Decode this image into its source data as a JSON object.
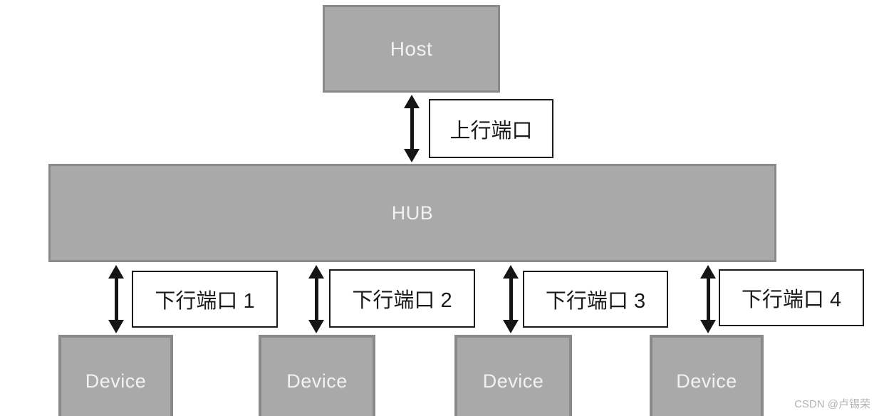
{
  "diagram": {
    "title_hint": "USB hub topology",
    "host": {
      "label": "Host"
    },
    "hub": {
      "label": "HUB"
    },
    "upstream_port": {
      "label": "上行端口"
    },
    "downstream_ports": [
      {
        "label": "下行端口 1"
      },
      {
        "label": "下行端口 2"
      },
      {
        "label": "下行端口 3"
      },
      {
        "label": "下行端口 4"
      }
    ],
    "devices": [
      {
        "label": "Device"
      },
      {
        "label": "Device"
      },
      {
        "label": "Device"
      },
      {
        "label": "Device"
      }
    ],
    "arrows": [
      {
        "name": "host-hub",
        "direction": "bidirectional"
      },
      {
        "name": "hub-device-1",
        "direction": "bidirectional"
      },
      {
        "name": "hub-device-2",
        "direction": "bidirectional"
      },
      {
        "name": "hub-device-3",
        "direction": "bidirectional"
      },
      {
        "name": "hub-device-4",
        "direction": "bidirectional"
      }
    ],
    "colors": {
      "node_fill": "#a9a9a9",
      "node_border": "#8a8a8a",
      "node_text": "#f2f2f2",
      "arrow": "#151515",
      "label_border": "#1a1a1a",
      "label_text": "#1a1a1a"
    }
  },
  "watermark": {
    "text": "CSDN @卢锡荣",
    "color": "#b3b3b3"
  }
}
